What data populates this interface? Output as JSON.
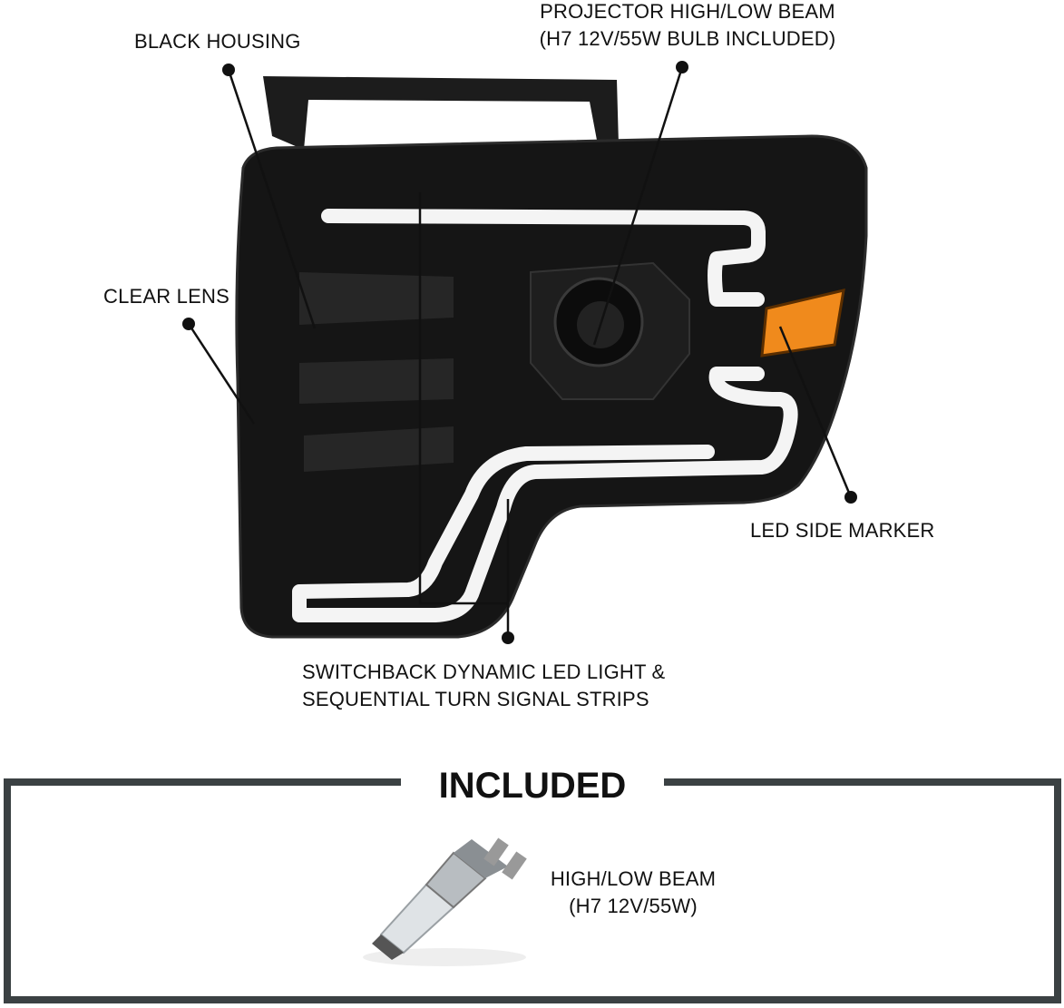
{
  "callouts": {
    "black_housing": "BLACK HOUSING",
    "projector_line1": "PROJECTOR HIGH/LOW BEAM",
    "projector_line2": "(H7 12V/55W BULB INCLUDED)",
    "clear_lens": "CLEAR LENS",
    "led_side_marker": "LED SIDE MARKER",
    "switchback_line1": "SWITCHBACK DYNAMIC LED LIGHT &",
    "switchback_line2": "SEQUENTIAL TURN SIGNAL STRIPS"
  },
  "included": {
    "title": "INCLUDED",
    "item_line1": "HIGH/LOW BEAM",
    "item_line2": "(H7 12V/55W)"
  },
  "colors": {
    "housing": "#141414",
    "led_strip": "#f4f4f4",
    "amber": "#f08a1c",
    "box_border": "#3b4143"
  }
}
